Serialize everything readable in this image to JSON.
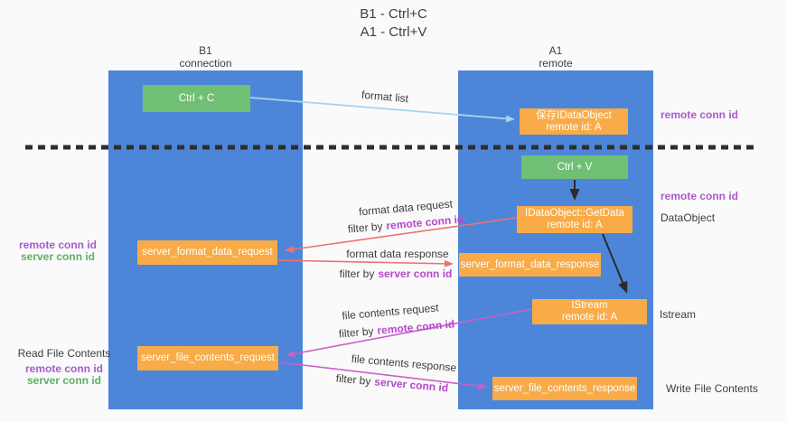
{
  "diagram_title": {
    "line1": "B1 - Ctrl+C",
    "line2": "A1 - Ctrl+V"
  },
  "lifelines": {
    "left": {
      "name": "B1",
      "role": "connection"
    },
    "right": {
      "name": "A1",
      "role": "remote"
    }
  },
  "nodes": {
    "ctrl_c": {
      "label": "Ctrl + C"
    },
    "save_dataobject": {
      "line1": "保存IDataObject",
      "line2": "remote id: A"
    },
    "ctrl_v": {
      "label": "Ctrl + V"
    },
    "getdata": {
      "line1": "IDataObject::GetData",
      "line2": "remote id: A"
    },
    "istream": {
      "line1": "IStream",
      "line2": "remote id: A"
    },
    "format_request": {
      "label": "server_format_data_request"
    },
    "format_response": {
      "label": "server_format_data_response"
    },
    "file_request": {
      "label": "server_file_contents_request"
    },
    "file_response": {
      "label": "server_file_contents_response"
    }
  },
  "messages": {
    "format_list": "format list",
    "format_data_request": "format data request",
    "format_data_response": "format data response",
    "file_contents_request": "file contents request",
    "file_contents_response": "file contents response",
    "filter_by": "filter by",
    "remote_conn_id": "remote conn id",
    "server_conn_id": "server conn id"
  },
  "annotations": {
    "right_top_remote_conn_id": "remote conn id",
    "right_mid_remote_conn_id": "remote conn id",
    "dataobject": "DataObject",
    "istream": "Istream",
    "write_file_contents": "Write File Contents",
    "left_remote_conn_id": "remote conn id",
    "left_server_conn_id": "server conn id",
    "read_file_contents": "Read File Contents",
    "bottom_remote_conn_id": "remote conn id",
    "bottom_server_conn_id": "server conn id"
  },
  "colors": {
    "lifeline_blue": "#4d86d8",
    "action_green": "#71bf74",
    "node_orange": "#f8ab47",
    "format_arrow_red": "#ef7172",
    "file_arrow_magenta": "#cb5ecb",
    "format_list_arrow_blue": "#a9d3f0",
    "black_arrow": "#2b2b2b",
    "conn_id_purple": "#a85bc8",
    "conn_id_green": "#5fae64",
    "filter_highlight_purple": "#b348c9",
    "background": "#fafafa"
  }
}
